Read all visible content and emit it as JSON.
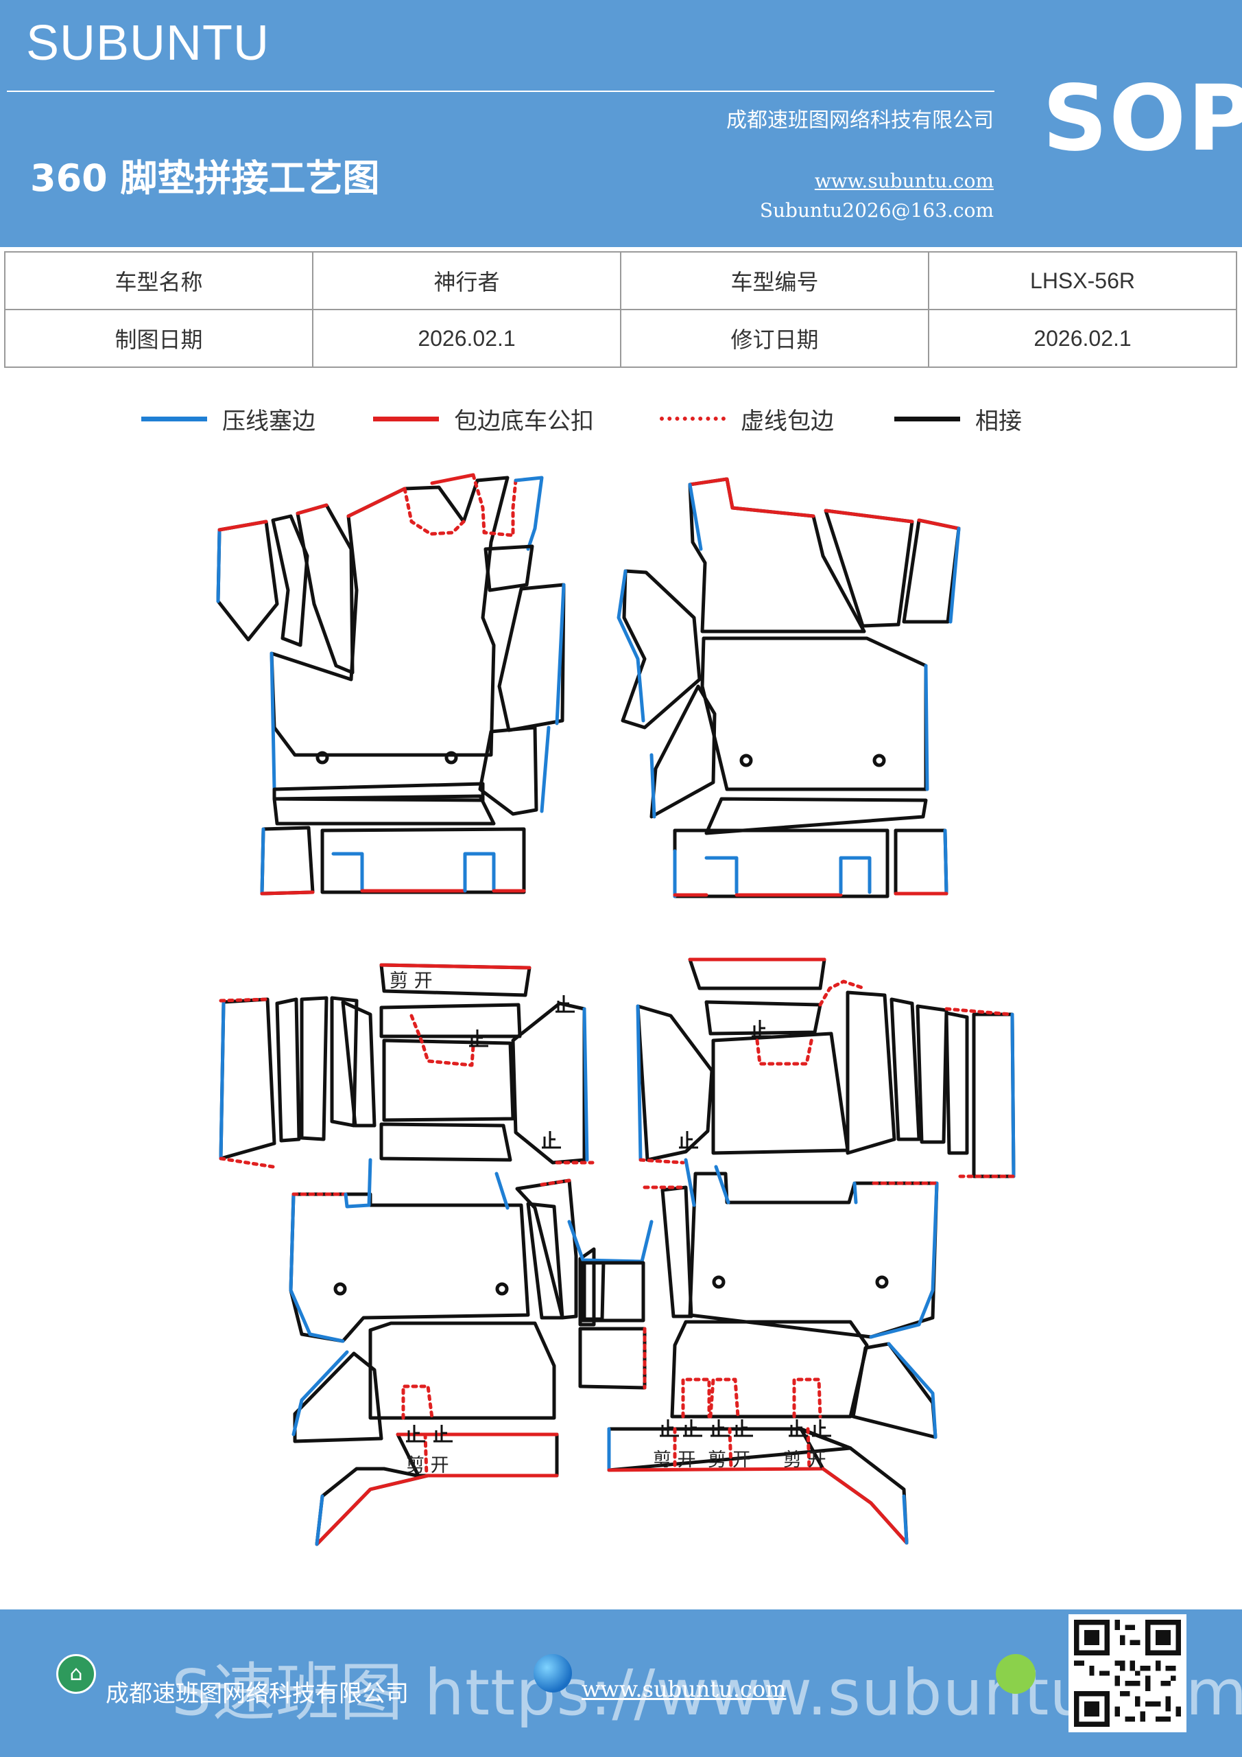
{
  "header": {
    "brand": "SUBUNTU",
    "title": "360 脚垫拼接工艺图",
    "company": "成都速班图网络科技有限公司",
    "website": "www.subuntu.com",
    "email": "Subuntu2026@163.com",
    "badge": "SOP"
  },
  "info_table": {
    "rows": [
      {
        "label1": "车型名称",
        "value1": "神行者",
        "label2": "车型编号",
        "value2": "LHSX-56R"
      },
      {
        "label1": "制图日期",
        "value1": "2026.02.1",
        "label2": "修订日期",
        "value2": "2026.02.1"
      }
    ]
  },
  "legend": {
    "items": [
      {
        "label": "压线塞边",
        "color": "#1f7fd4",
        "style": "solid"
      },
      {
        "label": "包边底车公扣",
        "color": "#e02020",
        "style": "solid"
      },
      {
        "label": "虚线包边",
        "color": "#e02020",
        "style": "dotted"
      },
      {
        "label": "相接",
        "color": "#111111",
        "style": "solid"
      }
    ]
  },
  "diagram": {
    "annotations": {
      "cut": "剪 开",
      "stop": "止"
    },
    "colors": {
      "edge_pressed": "#1f7fd4",
      "edge_wrap": "#e02020",
      "edge_join": "#111111"
    }
  },
  "footer": {
    "company": "成都速班图网络科技有限公司",
    "website": "www.subuntu.com",
    "watermark": "S速班图 https://www.subuntu.com"
  }
}
